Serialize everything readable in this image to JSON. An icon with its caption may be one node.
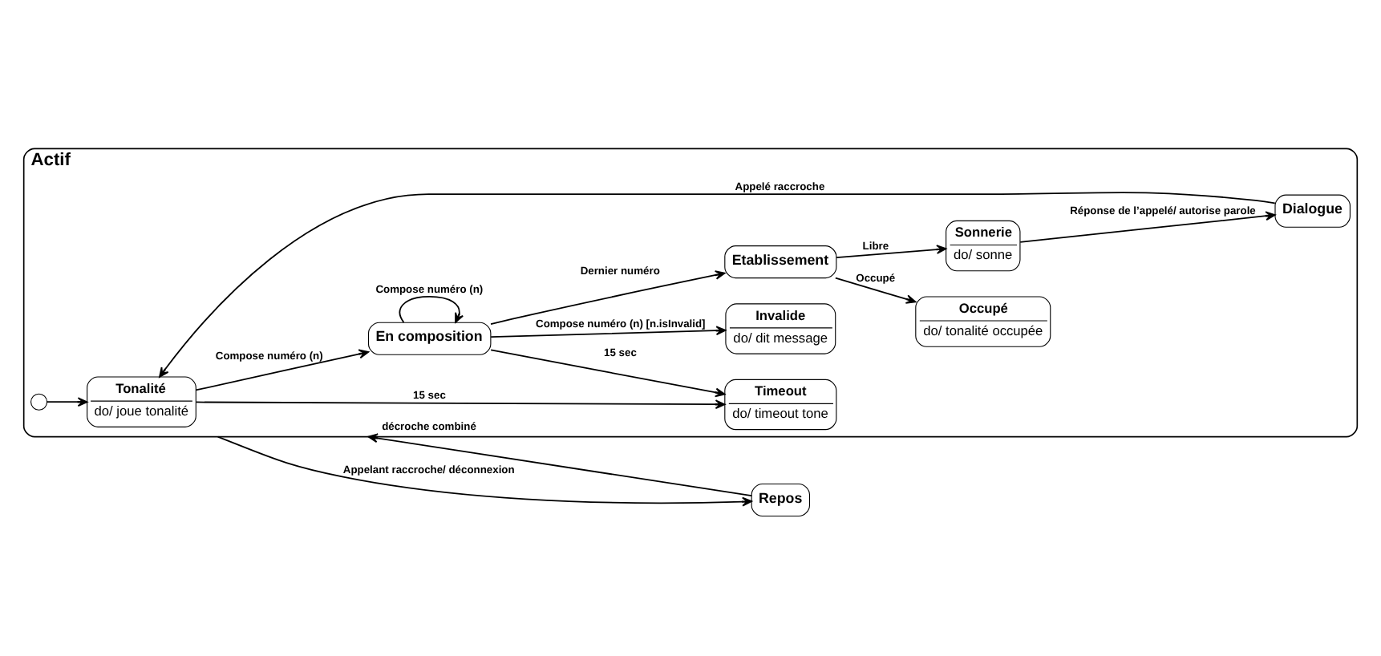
{
  "diagram": {
    "nodes": [
      {
        "text": [
          "Actif"
        ]
      },
      {
        "text": [
          "Repos"
        ]
      },
      {
        "text": [
          "Tonalité",
          "do/ joue tonalité"
        ],
        "in": 0
      },
      {
        "text": [
          "Timeout",
          "do/ timeout tone"
        ],
        "in": 0
      },
      {
        "text": [
          "En composition"
        ],
        "in": 0
      },
      {
        "text": [
          "Invalide",
          "do/ dit message"
        ],
        "in": 0
      },
      {
        "text": [
          "Occupé",
          "do/ tonalité occupée"
        ],
        "in": 0
      },
      {
        "text": [
          "Etablissement"
        ],
        "in": 0
      },
      {
        "text": [
          "Sonnerie",
          "do/ sonne"
        ],
        "in": 0
      },
      {
        "text": [
          "Dialogue"
        ],
        "in": 0
      },
      {
        "text": [],
        "shape": "circle",
        "in": 0
      }
    ],
    "edges": [
      {
        "from": 1,
        "to": 0,
        "arrow": "to",
        "label": "décroche combiné"
      },
      {
        "from": 10,
        "to": 2,
        "arrow": "to"
      },
      {
        "from": 2,
        "to": 3,
        "arrow": "to",
        "label": "15 sec"
      },
      {
        "from": 2,
        "to": 4,
        "arrow": "to",
        "label": "Compose numéro (n)"
      },
      {
        "from": 4,
        "to": 3,
        "arrow": "to",
        "label": "15 sec"
      },
      {
        "from": 4,
        "to": 4,
        "arrow": "to",
        "label": "Compose numéro (n)"
      },
      {
        "from": 4,
        "to": 5,
        "arrow": "to",
        "label": "Compose numéro (n) [n.isInvalid]"
      },
      {
        "from": 4,
        "to": 7,
        "arrow": "to",
        "label": "Dernier numéro"
      },
      {
        "from": 7,
        "to": 6,
        "arrow": "to",
        "label": "Occupé"
      },
      {
        "from": 7,
        "to": 8,
        "arrow": "to",
        "label": "Libre"
      },
      {
        "from": 8,
        "to": 9,
        "arrow": "to",
        "label": "Réponse de l’appelé/ autorise parole"
      },
      {
        "from": 9,
        "to": 2,
        "arrow": "to",
        "label": "Appelé raccroche"
      },
      {
        "from": 0,
        "to": 1,
        "arrow": "to",
        "label": "Appelant raccroche/ déconnexion"
      }
    ]
  }
}
